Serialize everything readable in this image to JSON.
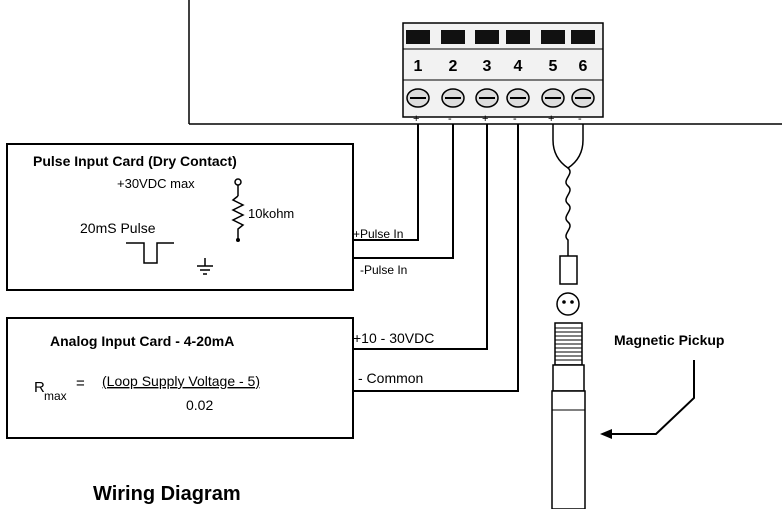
{
  "terminal_block": {
    "numbers": [
      "1",
      "2",
      "3",
      "4",
      "5",
      "6"
    ],
    "polarity": [
      "+",
      "-",
      "+",
      "-",
      "+",
      "-"
    ]
  },
  "pulse_card": {
    "title": "Pulse Input Card (Dry Contact)",
    "supply_label": "+30VDC max",
    "resistor_label": "10kohm",
    "pulse_label": "20mS Pulse",
    "pulse_in_pos": "+Pulse In",
    "pulse_in_neg": "-Pulse In"
  },
  "analog_card": {
    "title": "Analog Input Card - 4-20mA",
    "formula_lhs": "R",
    "formula_sub": "max",
    "formula_eq": "=",
    "formula_numerator": "(Loop Supply Voltage - 5)",
    "formula_denominator": "0.02",
    "supply_label": "+10 - 30VDC",
    "common_label": "- Common"
  },
  "pickup": {
    "label": "Magnetic Pickup"
  },
  "caption": "Wiring Diagram"
}
